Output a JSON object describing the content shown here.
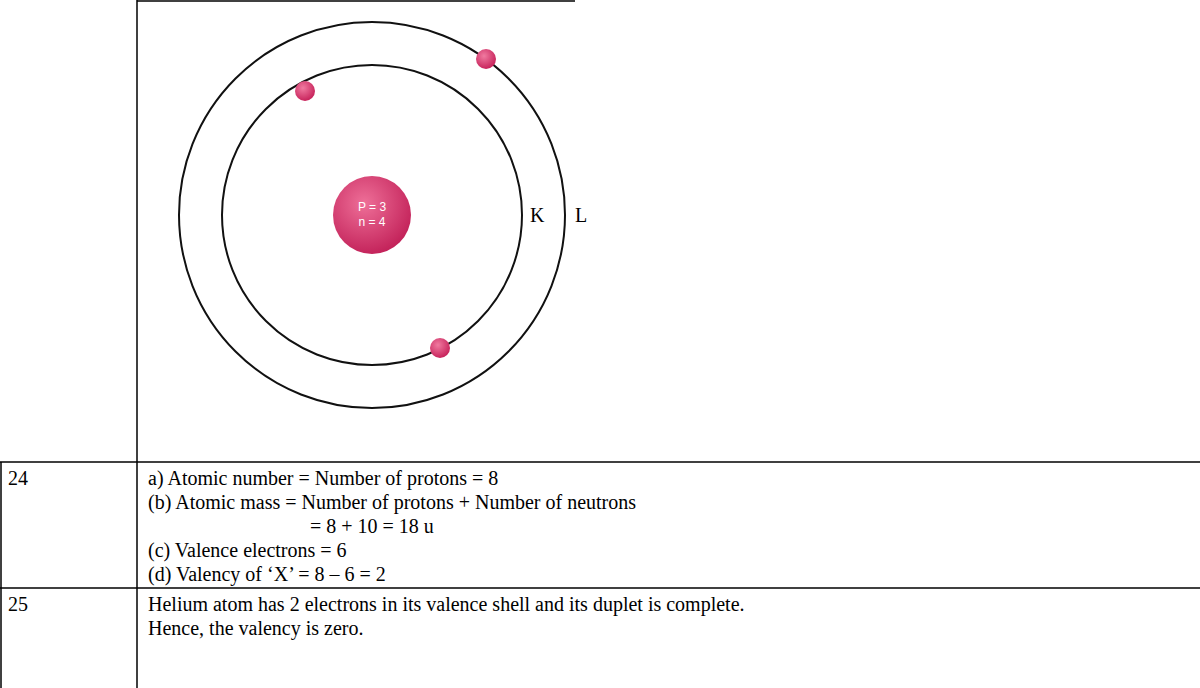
{
  "diagram": {
    "nodes": [
      {
        "text": [
          "P = 3",
          "n = 4"
        ]
      }
    ],
    "labels": [
      "K",
      "L",
      "24",
      "a) Atomic number = Number of protons = 8",
      "(b) Atomic mass = Number of protons + Number of neutrons",
      "= 8 + 10 = 18 u",
      "(c) Valence electrons = 6",
      "(d) Valency of ‘X’ = 8 – 6 = 2",
      "25",
      "Helium atom has 2 electrons in its valence shell and its duplet is complete.",
      "Hence, the valency is zero."
    ]
  }
}
